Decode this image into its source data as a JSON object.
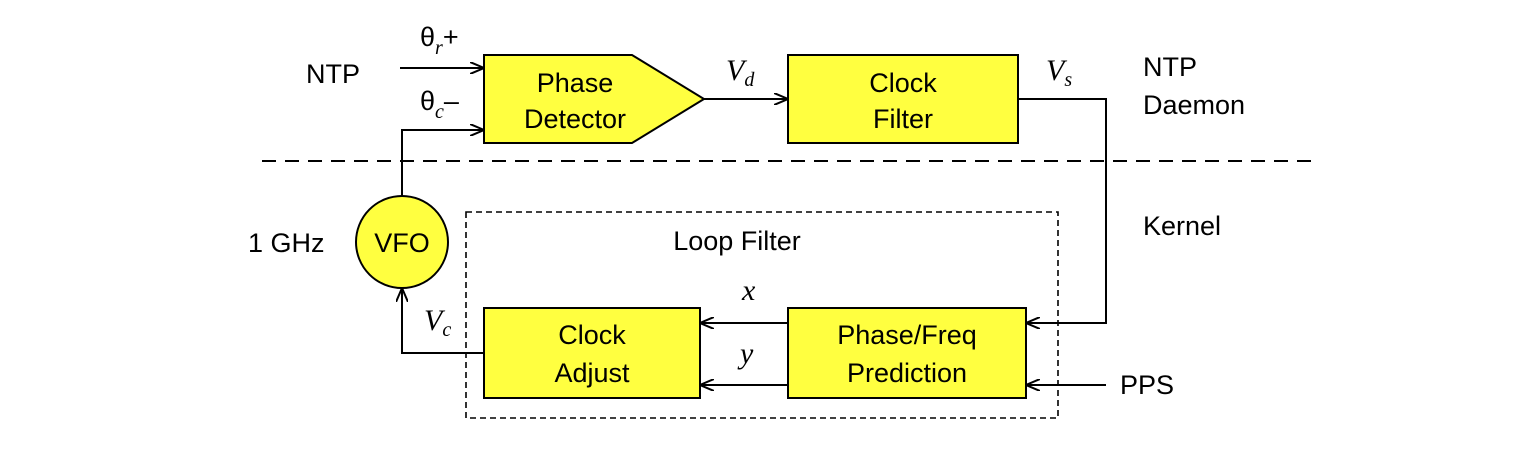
{
  "blocks": {
    "phase_detector": [
      "Phase",
      "Detector"
    ],
    "clock_filter": [
      "Clock",
      "Filter"
    ],
    "clock_adjust": [
      "Clock",
      "Adjust"
    ],
    "phase_freq_prediction": [
      "Phase/Freq",
      "Prediction"
    ],
    "vfo": "VFO"
  },
  "inputs": {
    "ntp": "NTP",
    "pps": "PPS",
    "freq": "1 GHz"
  },
  "signals": {
    "theta_r": {
      "sym": "θ",
      "sub": "r",
      "sign": "+"
    },
    "theta_c": {
      "sym": "θ",
      "sub": "c",
      "sign": "–"
    },
    "vd": {
      "sym": "V",
      "sub": "d"
    },
    "vs": {
      "sym": "V",
      "sub": "s"
    },
    "vc": {
      "sym": "V",
      "sub": "c"
    },
    "x": "x",
    "y": "y"
  },
  "regions": {
    "ntp_daemon": [
      "NTP",
      "Daemon"
    ],
    "kernel": "Kernel",
    "loop_filter": "Loop Filter"
  }
}
